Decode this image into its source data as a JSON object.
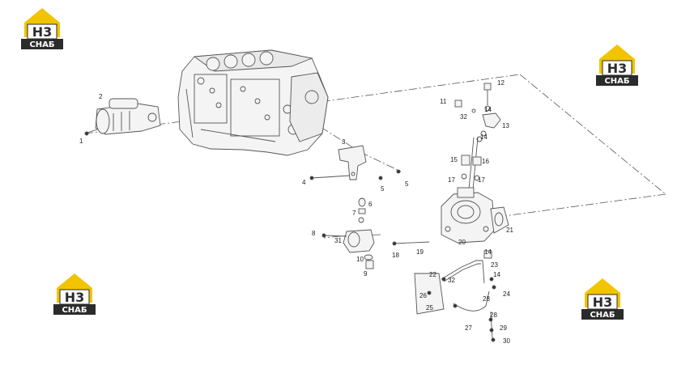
{
  "logo": {
    "letters": "H3",
    "wordmark": "CHAБ",
    "colors": {
      "yellow": "#f2c400",
      "dark": "#2b2b2b",
      "white": "#ffffff"
    }
  },
  "callouts": [
    "1",
    "2",
    "3",
    "4",
    "5",
    "5",
    "6",
    "7",
    "8",
    "9",
    "10",
    "11",
    "12",
    "13",
    "14",
    "14",
    "14",
    "14",
    "15",
    "16",
    "17",
    "17",
    "18",
    "19",
    "20",
    "21",
    "22",
    "23",
    "24",
    "25",
    "26",
    "27",
    "28",
    "28",
    "29",
    "30",
    "31",
    "32",
    "32"
  ],
  "colors": {
    "line": "#333333",
    "part": "#555555",
    "fill": "#f4f4f4"
  }
}
